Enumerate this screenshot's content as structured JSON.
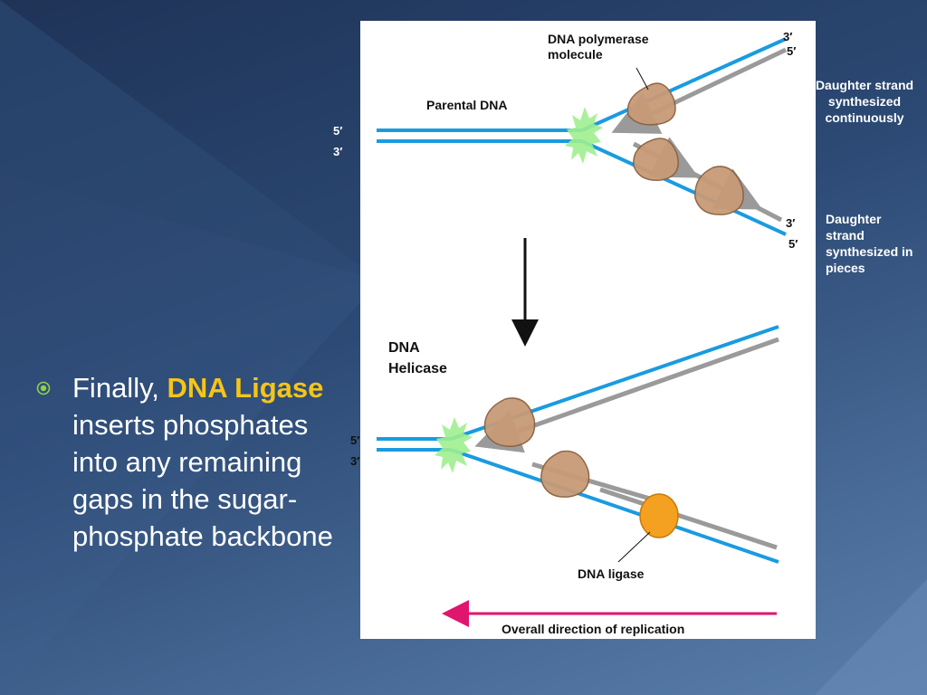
{
  "slide": {
    "bullet_plain_start": "Finally, ",
    "bullet_highlight": "DNA Ligase",
    "bullet_plain_end": " inserts phosphates into any remaining gaps in the sugar-phosphate backbone"
  },
  "diagram": {
    "top": {
      "polymerase_label": "DNA polymerase molecule",
      "parental_label": "Parental DNA",
      "left_5": "5′",
      "left_3": "3′",
      "upper_right_3": "3′",
      "upper_right_5": "5′",
      "lower_right_3": "3′",
      "lower_right_5": "5′",
      "continuous_label": "Daughter strand synthesized continuously",
      "pieces_label": "Daughter strand synthesized in pieces"
    },
    "bottom": {
      "helicase_label": "DNA Helicase",
      "left_5": "5′",
      "left_3": "3′",
      "ligase_label": "DNA ligase",
      "direction_label": "Overall direction of replication"
    }
  },
  "colors": {
    "strand_blue": "#1a9be0",
    "strand_gray": "#9a9a9a",
    "enzyme_tan": "#c79a78",
    "ligase_orange": "#f4a020",
    "helicase_green": "#9ef08f",
    "arrow_magenta": "#e0156e",
    "highlight_yellow": "#f5c518"
  }
}
